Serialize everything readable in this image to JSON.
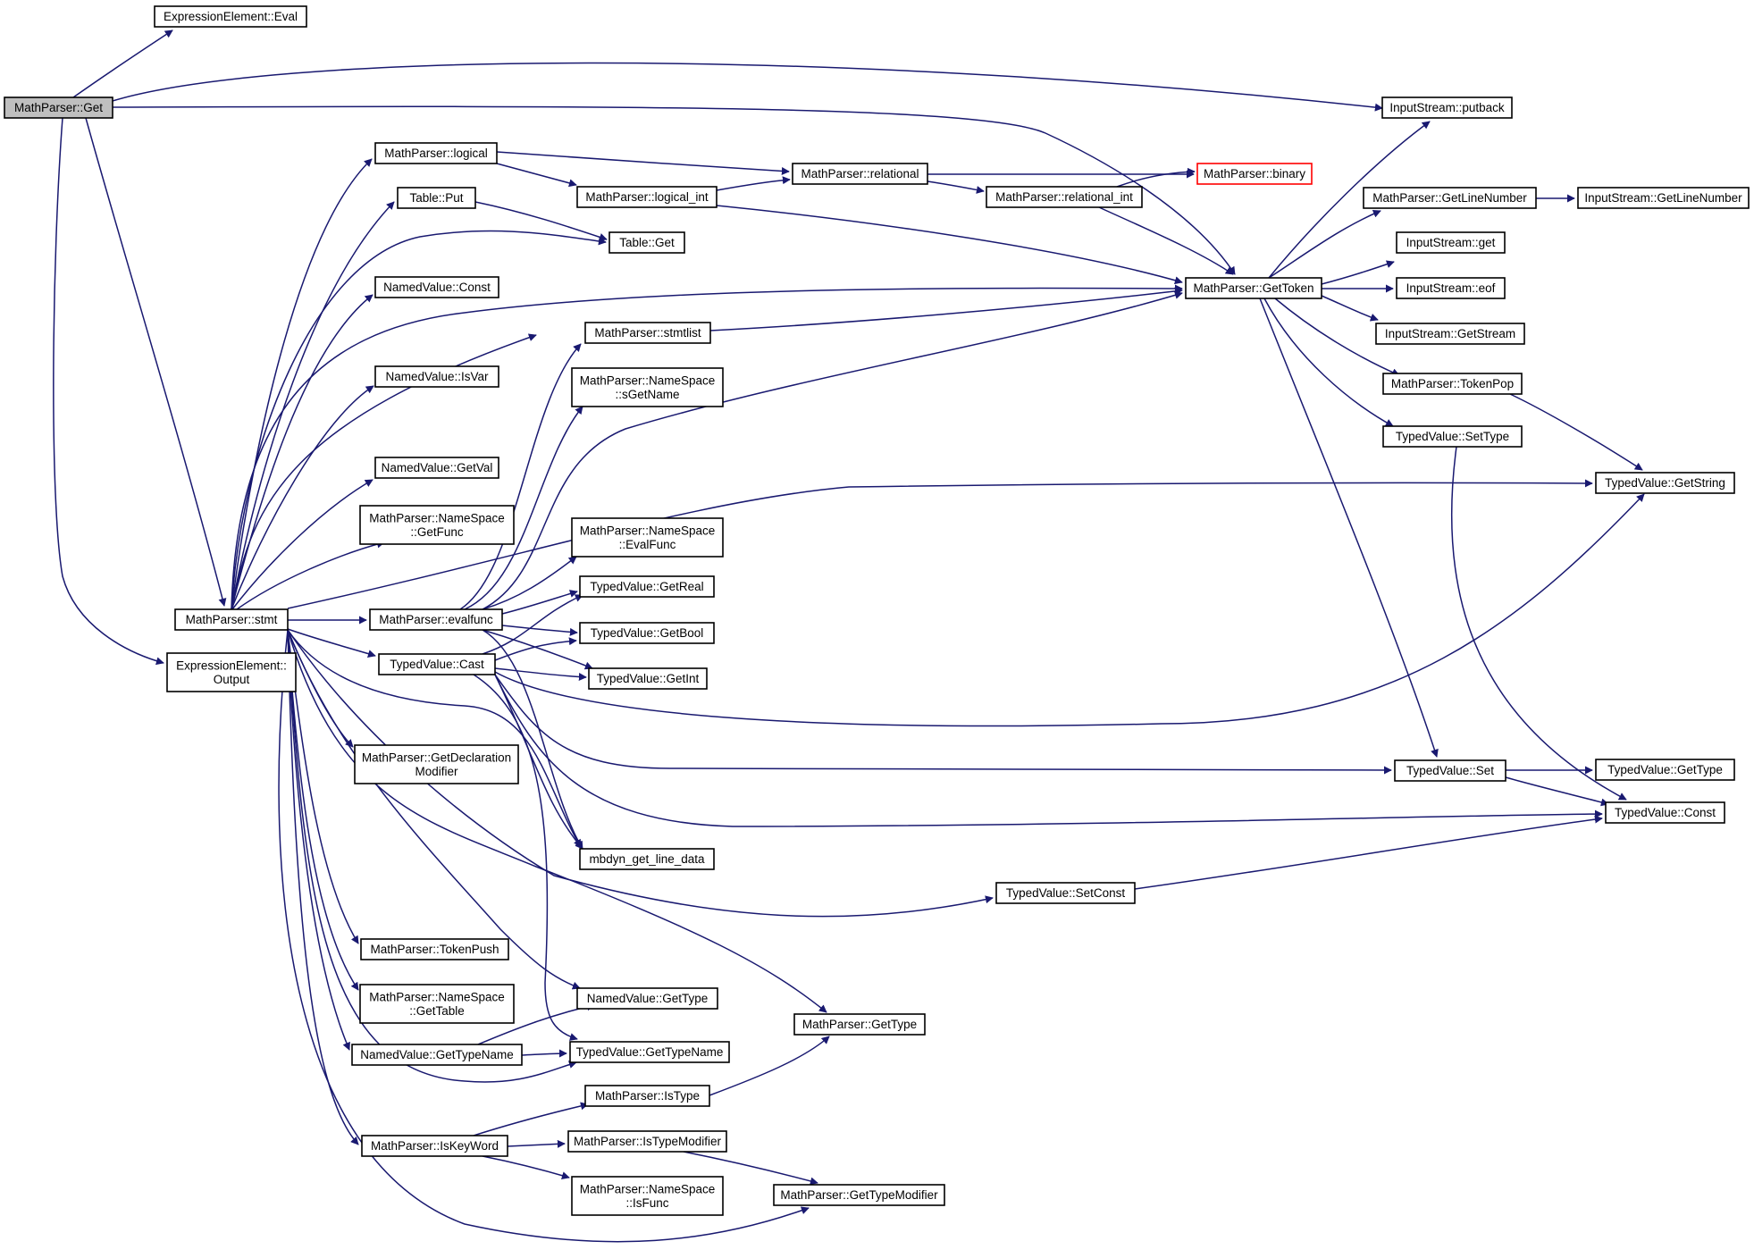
{
  "nodes": [
    {
      "id": "n_mp_get",
      "lines": [
        "MathParser::Get"
      ],
      "root": true
    },
    {
      "id": "n_ee_eval",
      "lines": [
        "ExpressionElement::Eval"
      ]
    },
    {
      "id": "n_is_putback",
      "lines": [
        "InputStream::putback"
      ]
    },
    {
      "id": "n_mp_logical",
      "lines": [
        "MathParser::logical"
      ]
    },
    {
      "id": "n_tbl_put",
      "lines": [
        "Table::Put"
      ]
    },
    {
      "id": "n_mp_relational",
      "lines": [
        "MathParser::relational"
      ]
    },
    {
      "id": "n_mp_binary",
      "lines": [
        "MathParser::binary"
      ],
      "truncated": true
    },
    {
      "id": "n_mp_logical_int",
      "lines": [
        "MathParser::logical_int"
      ]
    },
    {
      "id": "n_mp_relational_int",
      "lines": [
        "MathParser::relational_int"
      ]
    },
    {
      "id": "n_mp_getlinenumber",
      "lines": [
        "MathParser::GetLineNumber"
      ]
    },
    {
      "id": "n_is_getlinenumber",
      "lines": [
        "InputStream::GetLineNumber"
      ]
    },
    {
      "id": "n_tbl_get",
      "lines": [
        "Table::Get"
      ]
    },
    {
      "id": "n_is_get",
      "lines": [
        "InputStream::get"
      ]
    },
    {
      "id": "n_nv_const",
      "lines": [
        "NamedValue::Const"
      ]
    },
    {
      "id": "n_mp_gettoken",
      "lines": [
        "MathParser::GetToken"
      ]
    },
    {
      "id": "n_is_eof",
      "lines": [
        "InputStream::eof"
      ]
    },
    {
      "id": "n_mp_stmtlist",
      "lines": [
        "MathParser::stmtlist"
      ]
    },
    {
      "id": "n_is_getstream",
      "lines": [
        "InputStream::GetStream"
      ]
    },
    {
      "id": "n_nv_isvar",
      "lines": [
        "NamedValue::IsVar"
      ]
    },
    {
      "id": "n_ns_sgetname",
      "lines": [
        "MathParser::NameSpace",
        "::sGetName"
      ]
    },
    {
      "id": "n_mp_tokenpop",
      "lines": [
        "MathParser::TokenPop"
      ]
    },
    {
      "id": "n_tv_settype",
      "lines": [
        "TypedValue::SetType"
      ]
    },
    {
      "id": "n_nv_getval",
      "lines": [
        "NamedValue::GetVal"
      ]
    },
    {
      "id": "n_tv_getstring",
      "lines": [
        "TypedValue::GetString"
      ]
    },
    {
      "id": "n_ns_getfunc",
      "lines": [
        "MathParser::NameSpace",
        "::GetFunc"
      ]
    },
    {
      "id": "n_ns_evalfunc",
      "lines": [
        "MathParser::NameSpace",
        "::EvalFunc"
      ]
    },
    {
      "id": "n_tv_getreal",
      "lines": [
        "TypedValue::GetReal"
      ]
    },
    {
      "id": "n_mp_stmt",
      "lines": [
        "MathParser::stmt"
      ]
    },
    {
      "id": "n_mp_evalfunc",
      "lines": [
        "MathParser::evalfunc"
      ]
    },
    {
      "id": "n_tv_getbool",
      "lines": [
        "TypedValue::GetBool"
      ]
    },
    {
      "id": "n_ee_output",
      "lines": [
        "ExpressionElement::",
        "Output"
      ]
    },
    {
      "id": "n_tv_cast",
      "lines": [
        "TypedValue::Cast"
      ]
    },
    {
      "id": "n_tv_getint",
      "lines": [
        "TypedValue::GetInt"
      ]
    },
    {
      "id": "n_mp_getdeclmod",
      "lines": [
        "MathParser::GetDeclaration",
        "Modifier"
      ]
    },
    {
      "id": "n_tv_set",
      "lines": [
        "TypedValue::Set"
      ]
    },
    {
      "id": "n_tv_gettype",
      "lines": [
        "TypedValue::GetType"
      ]
    },
    {
      "id": "n_tv_const",
      "lines": [
        "TypedValue::Const"
      ]
    },
    {
      "id": "n_mbdyn_gld",
      "lines": [
        "mbdyn_get_line_data"
      ]
    },
    {
      "id": "n_tv_setconst",
      "lines": [
        "TypedValue::SetConst"
      ]
    },
    {
      "id": "n_mp_tokenpush",
      "lines": [
        "MathParser::TokenPush"
      ]
    },
    {
      "id": "n_ns_gettable",
      "lines": [
        "MathParser::NameSpace",
        "::GetTable"
      ]
    },
    {
      "id": "n_nv_gettype",
      "lines": [
        "NamedValue::GetType"
      ]
    },
    {
      "id": "n_mp_gettype",
      "lines": [
        "MathParser::GetType"
      ]
    },
    {
      "id": "n_nv_gettypename",
      "lines": [
        "NamedValue::GetTypeName"
      ]
    },
    {
      "id": "n_tv_gettypename",
      "lines": [
        "TypedValue::GetTypeName"
      ]
    },
    {
      "id": "n_mp_istype",
      "lines": [
        "MathParser::IsType"
      ]
    },
    {
      "id": "n_mp_iskeyword",
      "lines": [
        "MathParser::IsKeyWord"
      ]
    },
    {
      "id": "n_mp_istypemodifier",
      "lines": [
        "MathParser::IsTypeModifier"
      ]
    },
    {
      "id": "n_ns_isfunc",
      "lines": [
        "MathParser::NameSpace",
        "::IsFunc"
      ]
    },
    {
      "id": "n_mp_gettypemodifier",
      "lines": [
        "MathParser::GetTypeModifier"
      ]
    }
  ],
  "edges": [
    [
      "n_mp_get",
      "n_ee_eval"
    ],
    [
      "n_mp_get",
      "n_is_putback"
    ],
    [
      "n_mp_get",
      "n_mp_gettoken"
    ],
    [
      "n_mp_get",
      "n_mp_stmt"
    ],
    [
      "n_mp_get",
      "n_ee_output"
    ],
    [
      "n_mp_logical",
      "n_mp_relational"
    ],
    [
      "n_mp_logical",
      "n_mp_logical_int"
    ],
    [
      "n_mp_logical_int",
      "n_mp_relational"
    ],
    [
      "n_mp_logical_int",
      "n_mp_gettoken"
    ],
    [
      "n_mp_relational",
      "n_mp_binary"
    ],
    [
      "n_mp_relational",
      "n_mp_relational_int"
    ],
    [
      "n_mp_relational_int",
      "n_mp_binary"
    ],
    [
      "n_mp_relational_int",
      "n_mp_gettoken"
    ],
    [
      "n_tbl_put",
      "n_tbl_get"
    ],
    [
      "n_mp_getlinenumber",
      "n_is_getlinenumber"
    ],
    [
      "n_mp_gettoken",
      "n_is_putback"
    ],
    [
      "n_mp_gettoken",
      "n_mp_getlinenumber"
    ],
    [
      "n_mp_gettoken",
      "n_is_get"
    ],
    [
      "n_mp_gettoken",
      "n_is_eof"
    ],
    [
      "n_mp_gettoken",
      "n_is_getstream"
    ],
    [
      "n_mp_gettoken",
      "n_mp_tokenpop"
    ],
    [
      "n_mp_gettoken",
      "n_tv_settype"
    ],
    [
      "n_mp_gettoken",
      "n_tv_set"
    ],
    [
      "n_mp_stmtlist",
      "n_mp_gettoken"
    ],
    [
      "n_mp_tokenpop",
      "n_tv_getstring"
    ],
    [
      "n_tv_settype",
      "n_tv_const"
    ],
    [
      "n_mp_stmt",
      "n_mp_logical"
    ],
    [
      "n_mp_stmt",
      "n_tbl_put"
    ],
    [
      "n_mp_stmt",
      "n_tbl_get"
    ],
    [
      "n_mp_stmt",
      "n_nv_const"
    ],
    [
      "n_mp_stmt",
      "n_mp_gettoken"
    ],
    [
      "n_mp_stmt",
      "n_mp_stmtlist"
    ],
    [
      "n_mp_stmt",
      "n_nv_isvar"
    ],
    [
      "n_mp_stmt",
      "n_nv_getval"
    ],
    [
      "n_mp_stmt",
      "n_ns_getfunc"
    ],
    [
      "n_mp_stmt",
      "n_tv_getstring"
    ],
    [
      "n_mp_stmt",
      "n_mp_evalfunc"
    ],
    [
      "n_mp_stmt",
      "n_tv_cast"
    ],
    [
      "n_mp_stmt",
      "n_mp_getdeclmod"
    ],
    [
      "n_mp_stmt",
      "n_mbdyn_gld"
    ],
    [
      "n_mp_stmt",
      "n_tv_setconst"
    ],
    [
      "n_mp_stmt",
      "n_mp_tokenpush"
    ],
    [
      "n_mp_stmt",
      "n_ns_gettable"
    ],
    [
      "n_mp_stmt",
      "n_nv_gettype"
    ],
    [
      "n_mp_stmt",
      "n_mp_gettype"
    ],
    [
      "n_mp_stmt",
      "n_nv_gettypename"
    ],
    [
      "n_mp_stmt",
      "n_tv_gettypename"
    ],
    [
      "n_mp_stmt",
      "n_mp_iskeyword"
    ],
    [
      "n_mp_stmt",
      "n_mp_gettypemodifier"
    ],
    [
      "n_mp_evalfunc",
      "n_mp_stmtlist"
    ],
    [
      "n_mp_evalfunc",
      "n_ns_sgetname"
    ],
    [
      "n_mp_evalfunc",
      "n_mp_gettoken"
    ],
    [
      "n_mp_evalfunc",
      "n_ns_evalfunc"
    ],
    [
      "n_mp_evalfunc",
      "n_tv_getreal"
    ],
    [
      "n_mp_evalfunc",
      "n_tv_getbool"
    ],
    [
      "n_mp_evalfunc",
      "n_tv_getint"
    ],
    [
      "n_mp_evalfunc",
      "n_mbdyn_gld"
    ],
    [
      "n_tv_cast",
      "n_tv_getreal"
    ],
    [
      "n_tv_cast",
      "n_tv_getbool"
    ],
    [
      "n_tv_cast",
      "n_tv_getint"
    ],
    [
      "n_tv_cast",
      "n_tv_getstring"
    ],
    [
      "n_tv_cast",
      "n_tv_set"
    ],
    [
      "n_tv_cast",
      "n_tv_const"
    ],
    [
      "n_tv_cast",
      "n_mbdyn_gld"
    ],
    [
      "n_tv_cast",
      "n_tv_gettypename"
    ],
    [
      "n_tv_set",
      "n_tv_gettype"
    ],
    [
      "n_tv_set",
      "n_tv_const"
    ],
    [
      "n_tv_setconst",
      "n_tv_const"
    ],
    [
      "n_nv_gettypename",
      "n_nv_gettype"
    ],
    [
      "n_nv_gettypename",
      "n_tv_gettypename"
    ],
    [
      "n_mp_iskeyword",
      "n_mp_istype"
    ],
    [
      "n_mp_iskeyword",
      "n_mp_istypemodifier"
    ],
    [
      "n_mp_iskeyword",
      "n_ns_isfunc"
    ],
    [
      "n_mp_istype",
      "n_mp_gettype"
    ],
    [
      "n_mp_istypemodifier",
      "n_mp_gettypemodifier"
    ]
  ],
  "colors": {
    "edge": "#191970",
    "node_border": "#000000",
    "root_fill": "#bfbfbf",
    "truncated_border": "#ff0000"
  }
}
